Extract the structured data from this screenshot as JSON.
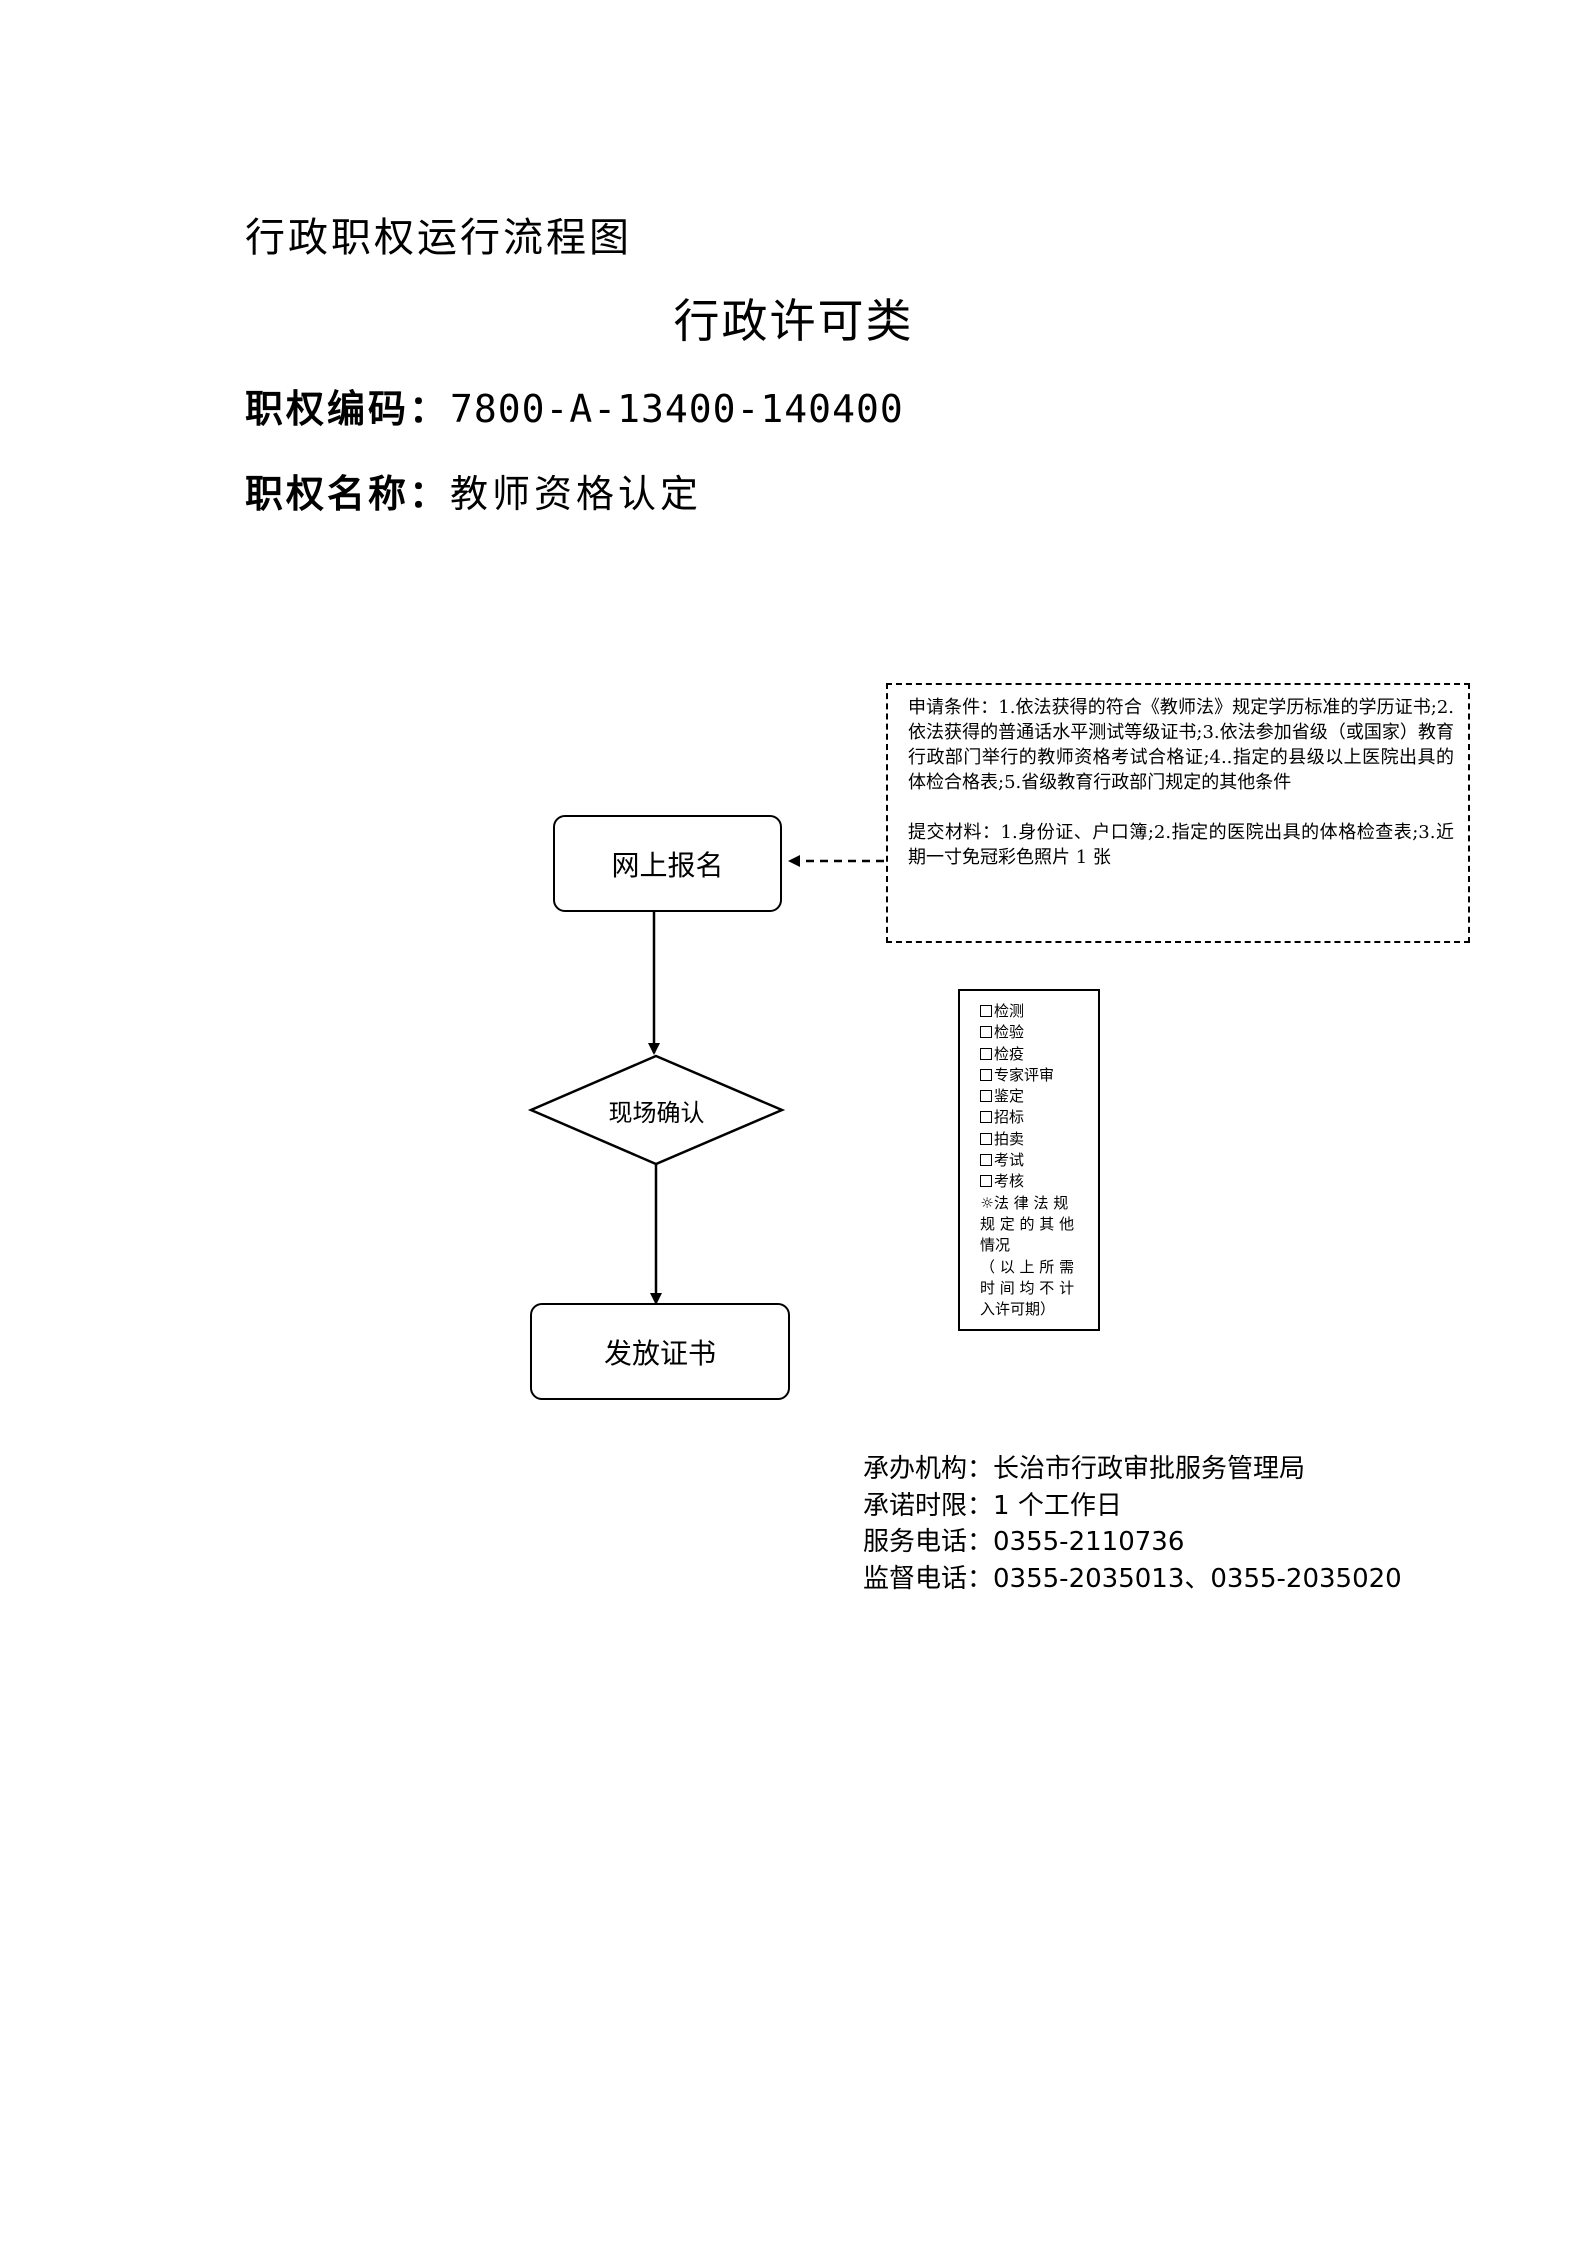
{
  "header": {
    "title": "行政职权运行流程图"
  },
  "document": {
    "category": "行政许可类",
    "code_label": "职权编码：",
    "code_value": "7800-A-13400-140400",
    "name_label": "职权名称：",
    "name_value": "教师资格认定"
  },
  "flowchart": {
    "steps": [
      {
        "label": "网上报名",
        "shape": "rounded-rect"
      },
      {
        "label": "现场确认",
        "shape": "diamond"
      },
      {
        "label": "发放证书",
        "shape": "rounded-rect"
      }
    ],
    "conditions_note": {
      "conditions": "申请条件：1.依法获得的符合《教师法》规定学历标准的学历证书;2.依法获得的普通话水平测试等级证书;3.依法参加省级（或国家）教育行政部门举行的教师资格考试合格证;4..指定的县级以上医院出具的体检合格表;5.省级教育行政部门规定的其他条件",
      "materials": "提交材料：1.身份证、户口簿;2.指定的医院出具的体格检查表;3.近期一寸免冠彩色照片 1 张"
    },
    "checklist": {
      "items": [
        "检测",
        "检验",
        "检疫",
        "专家评审",
        "鉴定",
        "招标",
        "拍卖",
        "考试",
        "考核"
      ],
      "other_lines": [
        "法 律 法 规",
        "规 定 的 其 他",
        "情况"
      ],
      "note_lines": [
        "（ 以 上 所 需",
        "时 间 均 不 计",
        "入许可期）"
      ]
    }
  },
  "info": {
    "agency_label": "承办机构：",
    "agency_value": "长治市行政审批服务管理局",
    "deadline_label": "承诺时限：",
    "deadline_value": "1 个工作日",
    "service_phone_label": "服务电话：",
    "service_phone_value": "0355-2110736",
    "supervision_phone_label": "监督电话：",
    "supervision_phone_value": "0355-2035013、0355-2035020"
  }
}
